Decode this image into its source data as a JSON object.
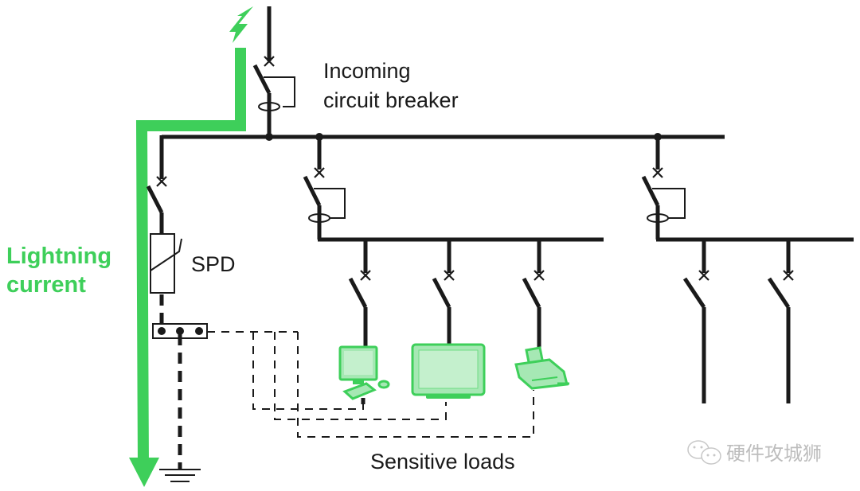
{
  "labels": {
    "incoming_breaker_line1": "Incoming",
    "incoming_breaker_line2": "circuit breaker",
    "spd": "SPD",
    "lightning_line1": "Lightning",
    "lightning_line2": "current",
    "sensitive_loads": "Sensitive loads"
  },
  "watermark": {
    "icon": "wechat-icon",
    "text": "硬件攻城狮"
  },
  "colors": {
    "lightning_green": "#3ecf5a",
    "device_fill": "#a6e8b4",
    "wire": "#1a1a1a"
  },
  "components": {
    "incoming_breaker": "circuit-breaker-with-trip-coil",
    "spd_branch_breaker": "circuit-breaker",
    "distribution_boards": 2,
    "load_feeders_board1": 3,
    "load_feeders_board2": 2,
    "loads": [
      "desktop-computer",
      "flat-screen-monitor",
      "printer"
    ],
    "earth": "ground-symbol"
  }
}
